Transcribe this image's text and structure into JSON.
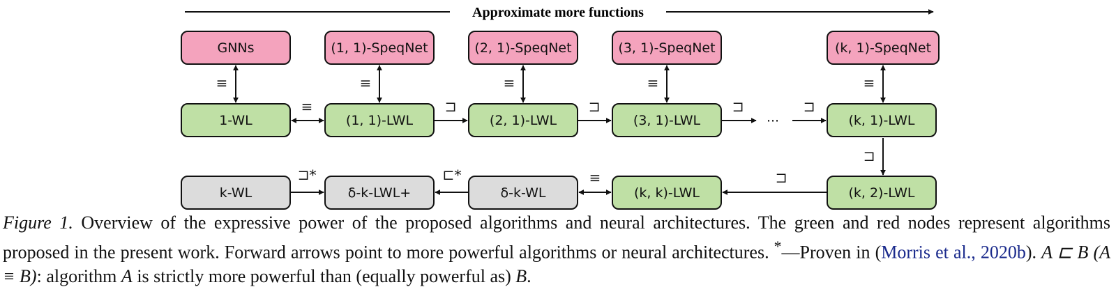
{
  "colors": {
    "red_node": "#f4a3bd",
    "green_node": "#bfe0a5",
    "gray_node": "#dcdcdc",
    "stroke": "#111111",
    "link": "#1a2a8c"
  },
  "header": {
    "label": "Approximate more functions"
  },
  "nodes": {
    "gnns": {
      "label": "GNNs"
    },
    "speqnet_11": {
      "label": "(1, 1)-SpeqNet"
    },
    "speqnet_21": {
      "label": "(2, 1)-SpeqNet"
    },
    "speqnet_31": {
      "label": "(3, 1)-SpeqNet"
    },
    "speqnet_k1": {
      "label": "(k, 1)-SpeqNet"
    },
    "wl_1": {
      "label": "1-WL"
    },
    "lwl_11": {
      "label": "(1, 1)-LWL"
    },
    "lwl_21": {
      "label": "(2, 1)-LWL"
    },
    "lwl_31": {
      "label": "(3, 1)-LWL"
    },
    "lwl_k1": {
      "label": "(k, 1)-LWL"
    },
    "wl_k": {
      "label": "k-WL"
    },
    "delta_k_lwl_plus": {
      "label": "δ-k-LWL+"
    },
    "delta_k_wl": {
      "label": "δ-k-WL"
    },
    "lwl_kk": {
      "label": "(k, k)-LWL"
    },
    "lwl_k2": {
      "label": "(k, 2)-LWL"
    }
  },
  "ellipsis": "···",
  "relations": {
    "equiv": "≡",
    "strictly_more": "⊐",
    "strictly_more_star": "⊐*",
    "strictly_less_star": "⊏*"
  },
  "caption": {
    "fig_label": "Figure 1.",
    "text_1": " Overview of the expressive power of the proposed algorithms and neural architectures. The green and red nodes represent algorithms proposed in the present work. Forward arrows point to more powerful algorithms or neural architectures. ",
    "star": "*",
    "proven_in": "—Proven in (",
    "citation": "Morris et al., 2020b",
    "text_2": "). ",
    "formula": "A ⊏ B (A ≡ B)",
    "text_3": ": algorithm ",
    "var_a": "A",
    "text_4": " is strictly more powerful than (equally powerful as) ",
    "var_b": "B",
    "text_5": "."
  }
}
